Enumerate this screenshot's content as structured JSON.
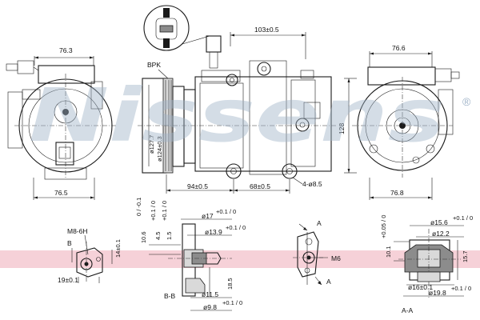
{
  "watermark": {
    "brand": "Nissens",
    "registered_mark": "®",
    "band_color": "#f3c2cb",
    "text_color": "#9fb3c8"
  },
  "front_view": {
    "width_top": "76.3",
    "width_bottom": "76.5"
  },
  "side_view": {
    "pulley_label": "BPK",
    "pulley_outer": "ø127.7",
    "pulley_inner": "ø124±0.3",
    "top_length": "103±0.5",
    "bottom_left": "94±0.5",
    "bottom_mid": "68±0.5",
    "holes": "4-ø8.5"
  },
  "rear_view": {
    "width_top": "76.6",
    "height": "128",
    "width_bottom": "76.8"
  },
  "detail_b": {
    "thread": "M8-6H",
    "section_mark": "B",
    "depth": "14±0.1",
    "width": "19±0.1"
  },
  "detail_bb": {
    "title": "B-B",
    "d_top": "ø17",
    "d_top_tol": "+0.1 / 0",
    "d_mid": "ø13.9",
    "d_mid_tol": "+0.1 / 0",
    "h1": "10.6",
    "h1_tol": "0 / -0.1",
    "h2": "4.5",
    "h2_tol": "+0.1 / 0",
    "h3": "1.5",
    "h3_tol": "+0.1 / 0",
    "d_bot": "ø11.5",
    "d_bot2": "ø9.8",
    "d_bot2_tol": "+0.1 / 0",
    "len": "18.5"
  },
  "detail_a": {
    "section_mark": "A",
    "thread": "M6"
  },
  "detail_aa": {
    "title": "A-A",
    "d1": "ø15.6",
    "d1_tol": "+0.1 / 0",
    "d2": "ø12.2",
    "h1": "10.1",
    "h1_tol": "+0.05 / 0",
    "h2": "15.7",
    "d3": "ø16±0.1",
    "d4": "ø19.8",
    "d4_tol": "+0.1 / 0"
  }
}
